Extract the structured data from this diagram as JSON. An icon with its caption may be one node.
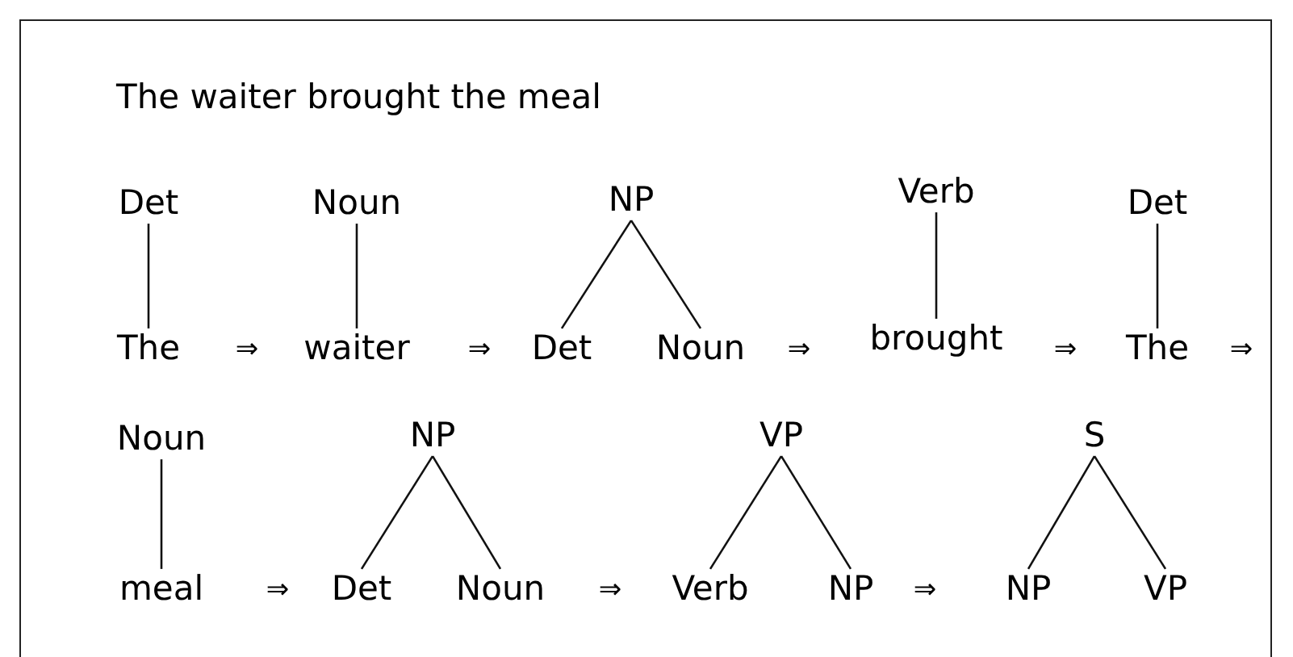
{
  "diagram": {
    "title": "The waiter brought the meal",
    "nodes": [
      {
        "text": [
          "Det"
        ]
      },
      {
        "text": [
          "The"
        ]
      },
      {
        "text": [
          "Noun"
        ]
      },
      {
        "text": [
          "waiter"
        ]
      },
      {
        "text": [
          "NP"
        ]
      },
      {
        "text": [
          "Det"
        ]
      },
      {
        "text": [
          "Noun"
        ]
      },
      {
        "text": [
          "Verb"
        ]
      },
      {
        "text": [
          "brought"
        ]
      },
      {
        "text": [
          "Det"
        ]
      },
      {
        "text": [
          "The"
        ]
      },
      {
        "text": [
          "Noun"
        ]
      },
      {
        "text": [
          "meal"
        ]
      },
      {
        "text": [
          "NP"
        ]
      },
      {
        "text": [
          "Det"
        ]
      },
      {
        "text": [
          "Noun"
        ]
      },
      {
        "text": [
          "VP"
        ]
      },
      {
        "text": [
          "Verb"
        ]
      },
      {
        "text": [
          "NP"
        ]
      },
      {
        "text": [
          "S"
        ]
      },
      {
        "text": [
          "NP"
        ]
      },
      {
        "text": [
          "VP"
        ]
      }
    ],
    "edges": [
      {
        "from": 0,
        "to": 1,
        "arrow": "none"
      },
      {
        "from": 2,
        "to": 3,
        "arrow": "none"
      },
      {
        "from": 4,
        "to": 5,
        "arrow": "none"
      },
      {
        "from": 4,
        "to": 6,
        "arrow": "none"
      },
      {
        "from": 7,
        "to": 8,
        "arrow": "none"
      },
      {
        "from": 9,
        "to": 10,
        "arrow": "none"
      },
      {
        "from": 11,
        "to": 12,
        "arrow": "none"
      },
      {
        "from": 13,
        "to": 14,
        "arrow": "none"
      },
      {
        "from": 13,
        "to": 15,
        "arrow": "none"
      },
      {
        "from": 16,
        "to": 17,
        "arrow": "none"
      },
      {
        "from": 16,
        "to": 18,
        "arrow": "none"
      },
      {
        "from": 19,
        "to": 20,
        "arrow": "none"
      },
      {
        "from": 19,
        "to": 21,
        "arrow": "none"
      }
    ],
    "labels": [
      "⇒",
      "⇒",
      "⇒",
      "⇒",
      "⇒",
      "⇒",
      "⇒",
      "⇒"
    ]
  }
}
